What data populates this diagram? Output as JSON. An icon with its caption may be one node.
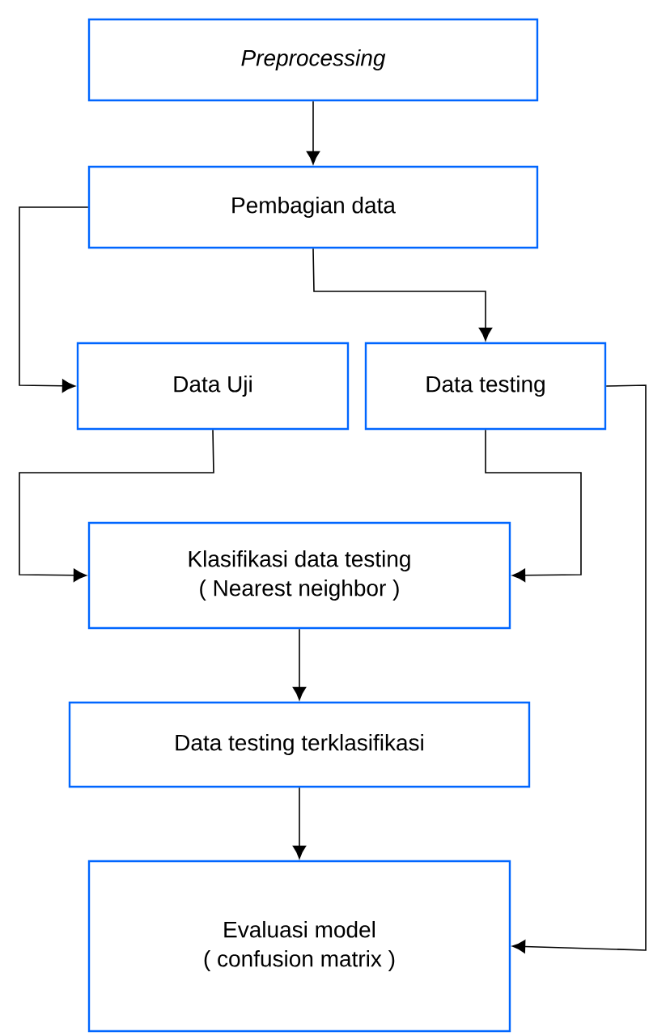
{
  "diagram": {
    "nodes": [
      {
        "text": [
          "Preprocessing"
        ]
      },
      {
        "text": [
          "Pembagian data"
        ]
      },
      {
        "text": [
          "Data Uji"
        ]
      },
      {
        "text": [
          "Data testing"
        ]
      },
      {
        "text": [
          "Klasifikasi data testing",
          "( Nearest neighbor )"
        ]
      },
      {
        "text": [
          "Data testing terklasifikasi"
        ]
      },
      {
        "text": [
          "Evaluasi model",
          "( confusion matrix )"
        ]
      }
    ],
    "edges": [
      {
        "from": 0,
        "to": 1,
        "arrow": "to"
      },
      {
        "from": 1,
        "to": 2,
        "arrow": "to"
      },
      {
        "from": 1,
        "to": 3,
        "arrow": "to"
      },
      {
        "from": 2,
        "to": 4,
        "arrow": "to"
      },
      {
        "from": 3,
        "to": 4,
        "arrow": "to"
      },
      {
        "from": 4,
        "to": 5,
        "arrow": "to"
      },
      {
        "from": 5,
        "to": 6,
        "arrow": "to"
      },
      {
        "from": 3,
        "to": 6,
        "arrow": "to"
      }
    ]
  }
}
